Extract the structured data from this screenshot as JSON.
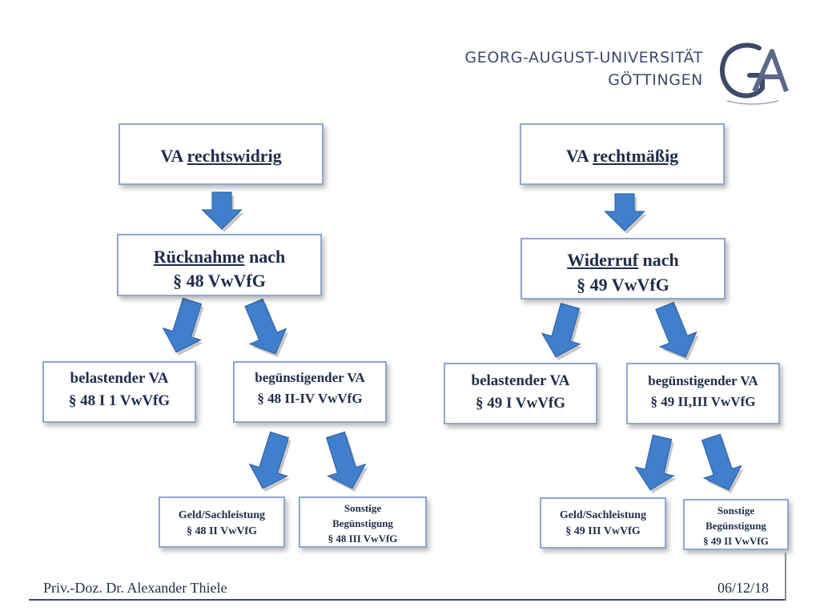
{
  "header": {
    "university_line1": "GEORG-AUGUST-UNIVERSITÄT",
    "university_line2": "GÖTTINGEN",
    "logo_icon": "goettingen-university-logo-icon"
  },
  "left": {
    "top": {
      "prefix": "VA ",
      "keyword": "rechtswidrig"
    },
    "mid": {
      "keyword": "Rücknahme",
      "suffix": " nach",
      "line2": "§  48 VwVfG"
    },
    "belastend": {
      "line1": "belastender VA",
      "line2": "§  48 I 1 VwVfG"
    },
    "beguenstigend": {
      "line1": "begünstigender VA",
      "line2": "§  48 II-IV VwVfG"
    },
    "geld": {
      "line1": "Geld/Sachleistung",
      "line2": "§  48 II VwVfG"
    },
    "sonstige": {
      "line1": "Sonstige",
      "line2": "Begünstigung",
      "line3": "§  48 III VwVfG"
    }
  },
  "right": {
    "top": {
      "prefix": "VA ",
      "keyword": "rechtmäßig"
    },
    "mid": {
      "keyword": "Widerruf",
      "suffix": " nach",
      "line2": "§  49 VwVfG"
    },
    "belastend": {
      "line1": "belastender VA",
      "line2": "§  49 I VwVfG"
    },
    "beguenstigend": {
      "line1": "begünstigender VA",
      "line2": "§  49 II,III VwVfG"
    },
    "geld": {
      "line1": "Geld/Sachleistung",
      "line2": "§  49 III VwVfG"
    },
    "sonstige": {
      "line1": "Sonstige",
      "line2": "Begünstigung",
      "line3": "§  49 II VwVfG"
    }
  },
  "footer": {
    "author": "Priv.-Doz. Dr. Alexander Thiele",
    "date": "06/12/18"
  },
  "colors": {
    "arrow": "#3f7fcb",
    "box_border": "#8fa8cc",
    "text": "#1f2d4a"
  }
}
